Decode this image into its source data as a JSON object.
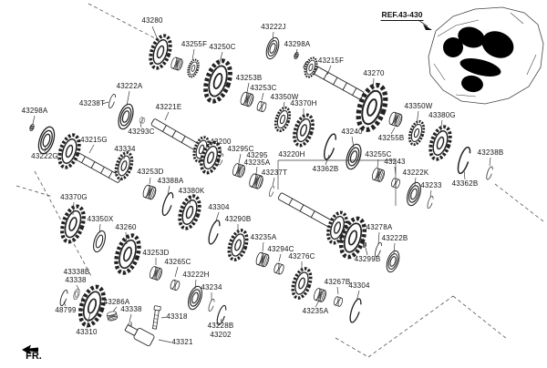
{
  "diagram": {
    "ref_label": "REF.43-430",
    "front_marker": "FR.",
    "background_color": "#ffffff",
    "line_color": "#222222"
  },
  "labels": [
    "43280",
    "43255F",
    "43250C",
    "43222J",
    "43298A",
    "43215F",
    "43270",
    "43222A",
    "43238T",
    "43298A",
    "43221E",
    "43293C",
    "43215G",
    "43334",
    "43222G",
    "43253B",
    "43253C",
    "43350W",
    "43370H",
    "43350W",
    "43380G",
    "43200",
    "43295C",
    "43295",
    "43235A",
    "43240",
    "43255B",
    "43362B",
    "43220H",
    "43237T",
    "43255C",
    "43243",
    "43222K",
    "43233",
    "43362B",
    "43238B",
    "43370G",
    "43350X",
    "43260",
    "43253D",
    "43388A",
    "43380K",
    "43304",
    "43290B",
    "43235A",
    "43294C",
    "43276C",
    "43253D",
    "43265C",
    "43222H",
    "43234",
    "43228B",
    "43202",
    "43338B",
    "43338",
    "48799",
    "43286A",
    "43338",
    "43310",
    "43318",
    "43321",
    "43235A",
    "43267B",
    "43304",
    "43278A",
    "43222B",
    "43299B"
  ]
}
